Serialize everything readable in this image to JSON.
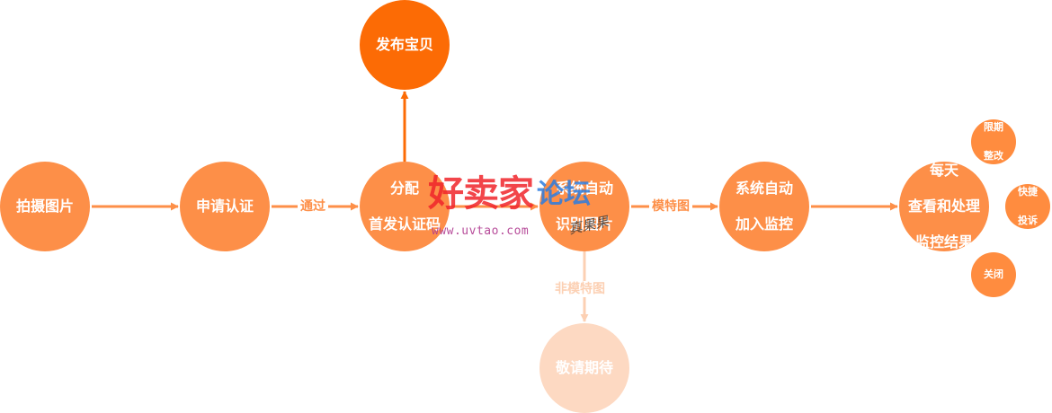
{
  "nodes": {
    "photo": [
      "拍摄图片"
    ],
    "apply": [
      "申请认证"
    ],
    "assign": [
      "分配",
      "首发认证码"
    ],
    "identify": [
      "系统自动",
      "识别图片"
    ],
    "monitor": [
      "系统自动",
      "加入监控"
    ],
    "daily": [
      "每天",
      "查看和处理",
      "监控结果"
    ],
    "publish": [
      "发布宝贝"
    ],
    "wait": [
      "敬请期待"
    ],
    "rectify": [
      "限期",
      "整改"
    ],
    "complain": [
      "快捷",
      "投诉"
    ],
    "close": [
      "关闭"
    ]
  },
  "edge_labels": {
    "pass": "通过",
    "model": "模特图",
    "non_model": "非模特图"
  },
  "watermark": {
    "brand": "好卖家",
    "brand_suffix": "论坛",
    "url": "www.uvtao.com",
    "signature": "真果果"
  },
  "colors": {
    "node": "#fd8f48",
    "node_dark": "#fc6b05",
    "node_pale": "#fdd9c2",
    "arrow": "#fd8f48",
    "arrow_pale": "#fcd0b3"
  }
}
